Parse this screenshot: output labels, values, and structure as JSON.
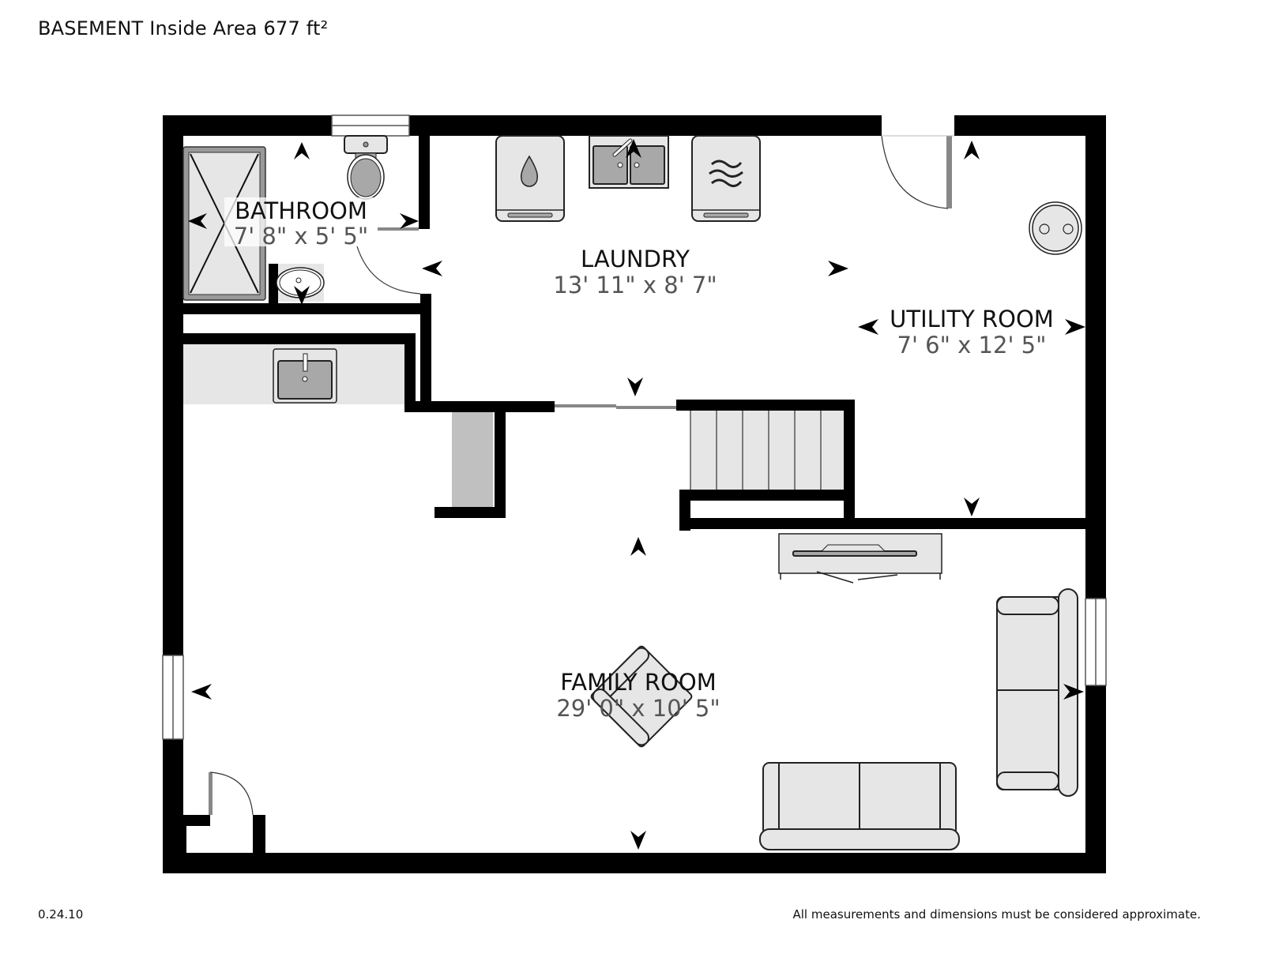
{
  "header": {
    "title": "BASEMENT Inside Area 677 ft²"
  },
  "rooms": [
    {
      "name": "BATHROOM",
      "dimensions": "7' 8\" x 5' 5\""
    },
    {
      "name": "LAUNDRY",
      "dimensions": "13' 11\" x 8' 7\""
    },
    {
      "name": "UTILITY ROOM",
      "dimensions": "7' 6\" x 12' 5\""
    },
    {
      "name": "FAMILY ROOM",
      "dimensions": "29' 0\" x 10' 5\""
    }
  ],
  "fixtures": {
    "bathroom": [
      "shower",
      "toilet",
      "sink"
    ],
    "laundry": [
      "washer-icon",
      "double-sink",
      "dryer-icon"
    ],
    "utility_room": [
      "water-heater"
    ],
    "family_room": [
      "wet-bar-sink",
      "tv-console",
      "armchair",
      "sofa-right",
      "sofa-bottom",
      "stairs"
    ]
  },
  "colors": {
    "wall": "#000000",
    "fixture_fill": "#e6e6e6",
    "fixture_dark": "#a8a8a8",
    "room_name": "#111111",
    "room_dim": "#555555"
  },
  "footer": {
    "version": "0.24.10",
    "disclaimer": "All measurements and dimensions must be considered approximate."
  }
}
